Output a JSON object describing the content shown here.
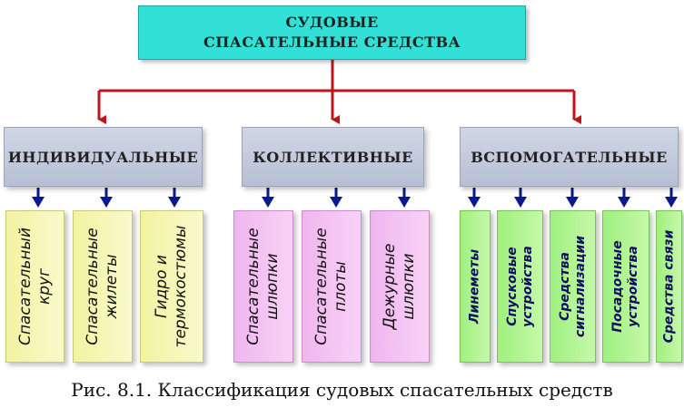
{
  "root": {
    "line1": "СУДОВЫЕ",
    "line2": "СПАСАТЕЛЬНЫЕ СРЕДСТВА"
  },
  "categories": [
    {
      "label": "ИНДИВИДУАЛЬНЫЕ"
    },
    {
      "label": "КОЛЛЕКТИВНЫЕ"
    },
    {
      "label": "ВСПОМОГАТЕЛЬНЫЕ"
    }
  ],
  "leaves": [
    {
      "label": "Спасательный\nкруг"
    },
    {
      "label": "Спасательные\nжилеты"
    },
    {
      "label": "Гидро и\nтермокостюмы"
    },
    {
      "label": "Спасательные\nшлюпки"
    },
    {
      "label": "Спасательные\nплоты"
    },
    {
      "label": "Дежурные\nшлюпки"
    },
    {
      "label": "Линеметы"
    },
    {
      "label": "Спусковые\nустройства"
    },
    {
      "label": "Средства\nсигнализации"
    },
    {
      "label": "Посадочные\nустройства"
    },
    {
      "label": "Средства связи"
    }
  ],
  "caption": "Рис. 8.1. Классификация судовых спасательных средств",
  "colors": {
    "root": "#33e0d8",
    "category": "#c4cbdd",
    "individual": "#f4f5b0",
    "collective": "#f3c0f1",
    "auxiliary": "#aef28e",
    "connector_red": "#c0141c",
    "arrow_navy": "#0a1a8c"
  }
}
